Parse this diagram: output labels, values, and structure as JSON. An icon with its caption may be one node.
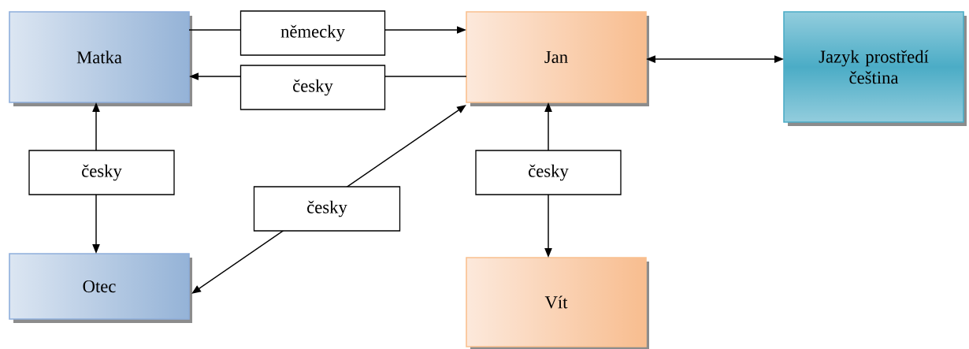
{
  "diagram": {
    "nodes": [
      {
        "text": [
          "Matka"
        ]
      },
      {
        "text": [
          "Otec"
        ]
      },
      {
        "text": [
          "Jan"
        ]
      },
      {
        "text": [
          "Vít"
        ]
      },
      {
        "text": [
          "Jazyk prostředí čeština"
        ]
      }
    ],
    "edges": [
      {
        "from": 0,
        "to": 2,
        "arrow": "to",
        "label": "německy"
      },
      {
        "from": 2,
        "to": 0,
        "arrow": "to",
        "label": "česky"
      },
      {
        "from": 0,
        "to": 1,
        "arrow": "both",
        "label": "česky"
      },
      {
        "from": 1,
        "to": 2,
        "arrow": "both",
        "label": "česky"
      },
      {
        "from": 2,
        "to": 3,
        "arrow": "both",
        "label": "česky"
      },
      {
        "from": 2,
        "to": 4,
        "arrow": "both"
      }
    ]
  }
}
